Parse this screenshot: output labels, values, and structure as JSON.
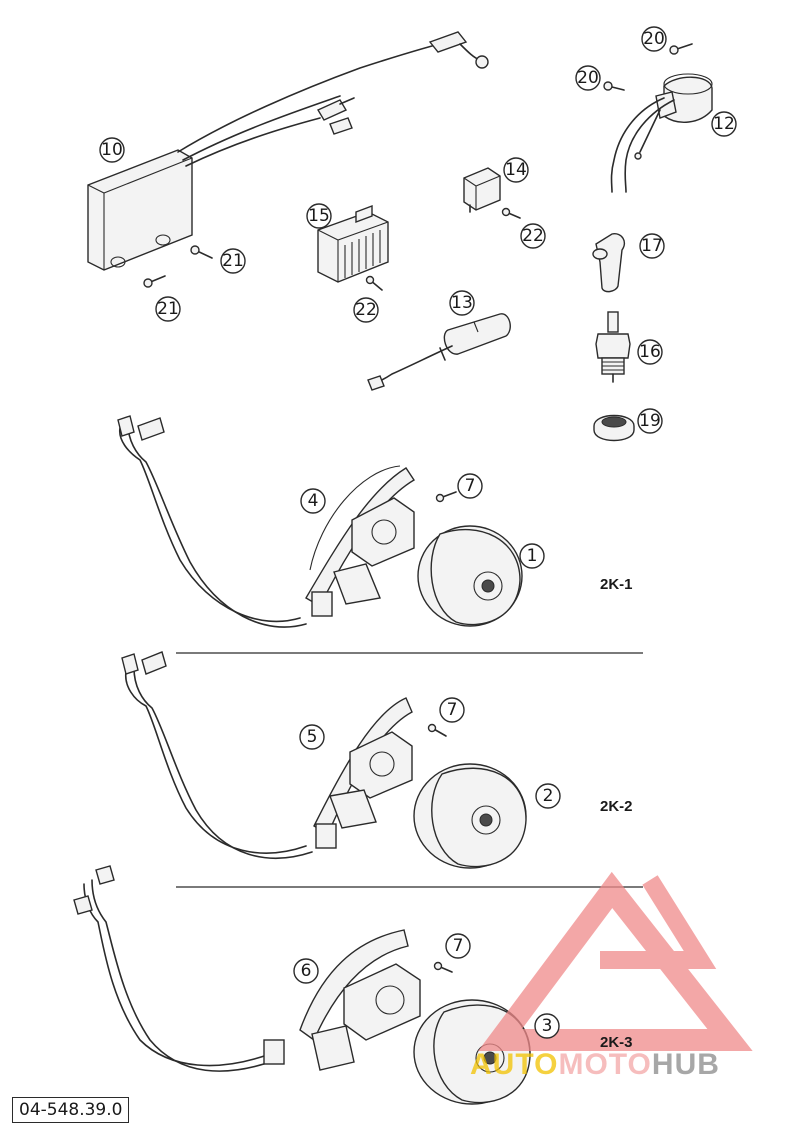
{
  "callouts": {
    "c1": "1",
    "c2": "2",
    "c3": "3",
    "c4": "4",
    "c5": "5",
    "c6": "6",
    "c7a": "7",
    "c7b": "7",
    "c7c": "7",
    "c10": "10",
    "c12": "12",
    "c13": "13",
    "c14": "14",
    "c15": "15",
    "c16": "16",
    "c17": "17",
    "c19": "19",
    "c20a": "20",
    "c20b": "20",
    "c21a": "21",
    "c21b": "21",
    "c22a": "22",
    "c22b": "22"
  },
  "variants": {
    "v1": "2K-1",
    "v2": "2K-2",
    "v3": "2K-3"
  },
  "document_number": "04-548.39.0",
  "watermark": {
    "text_a": "AUTO",
    "text_b": "MOTO",
    "text_c": "HUB",
    "color_a": "#f2c200",
    "color_b": "#f4a8a8",
    "color_c": "#8a8a8a",
    "logo_color": "#f08a8a"
  }
}
